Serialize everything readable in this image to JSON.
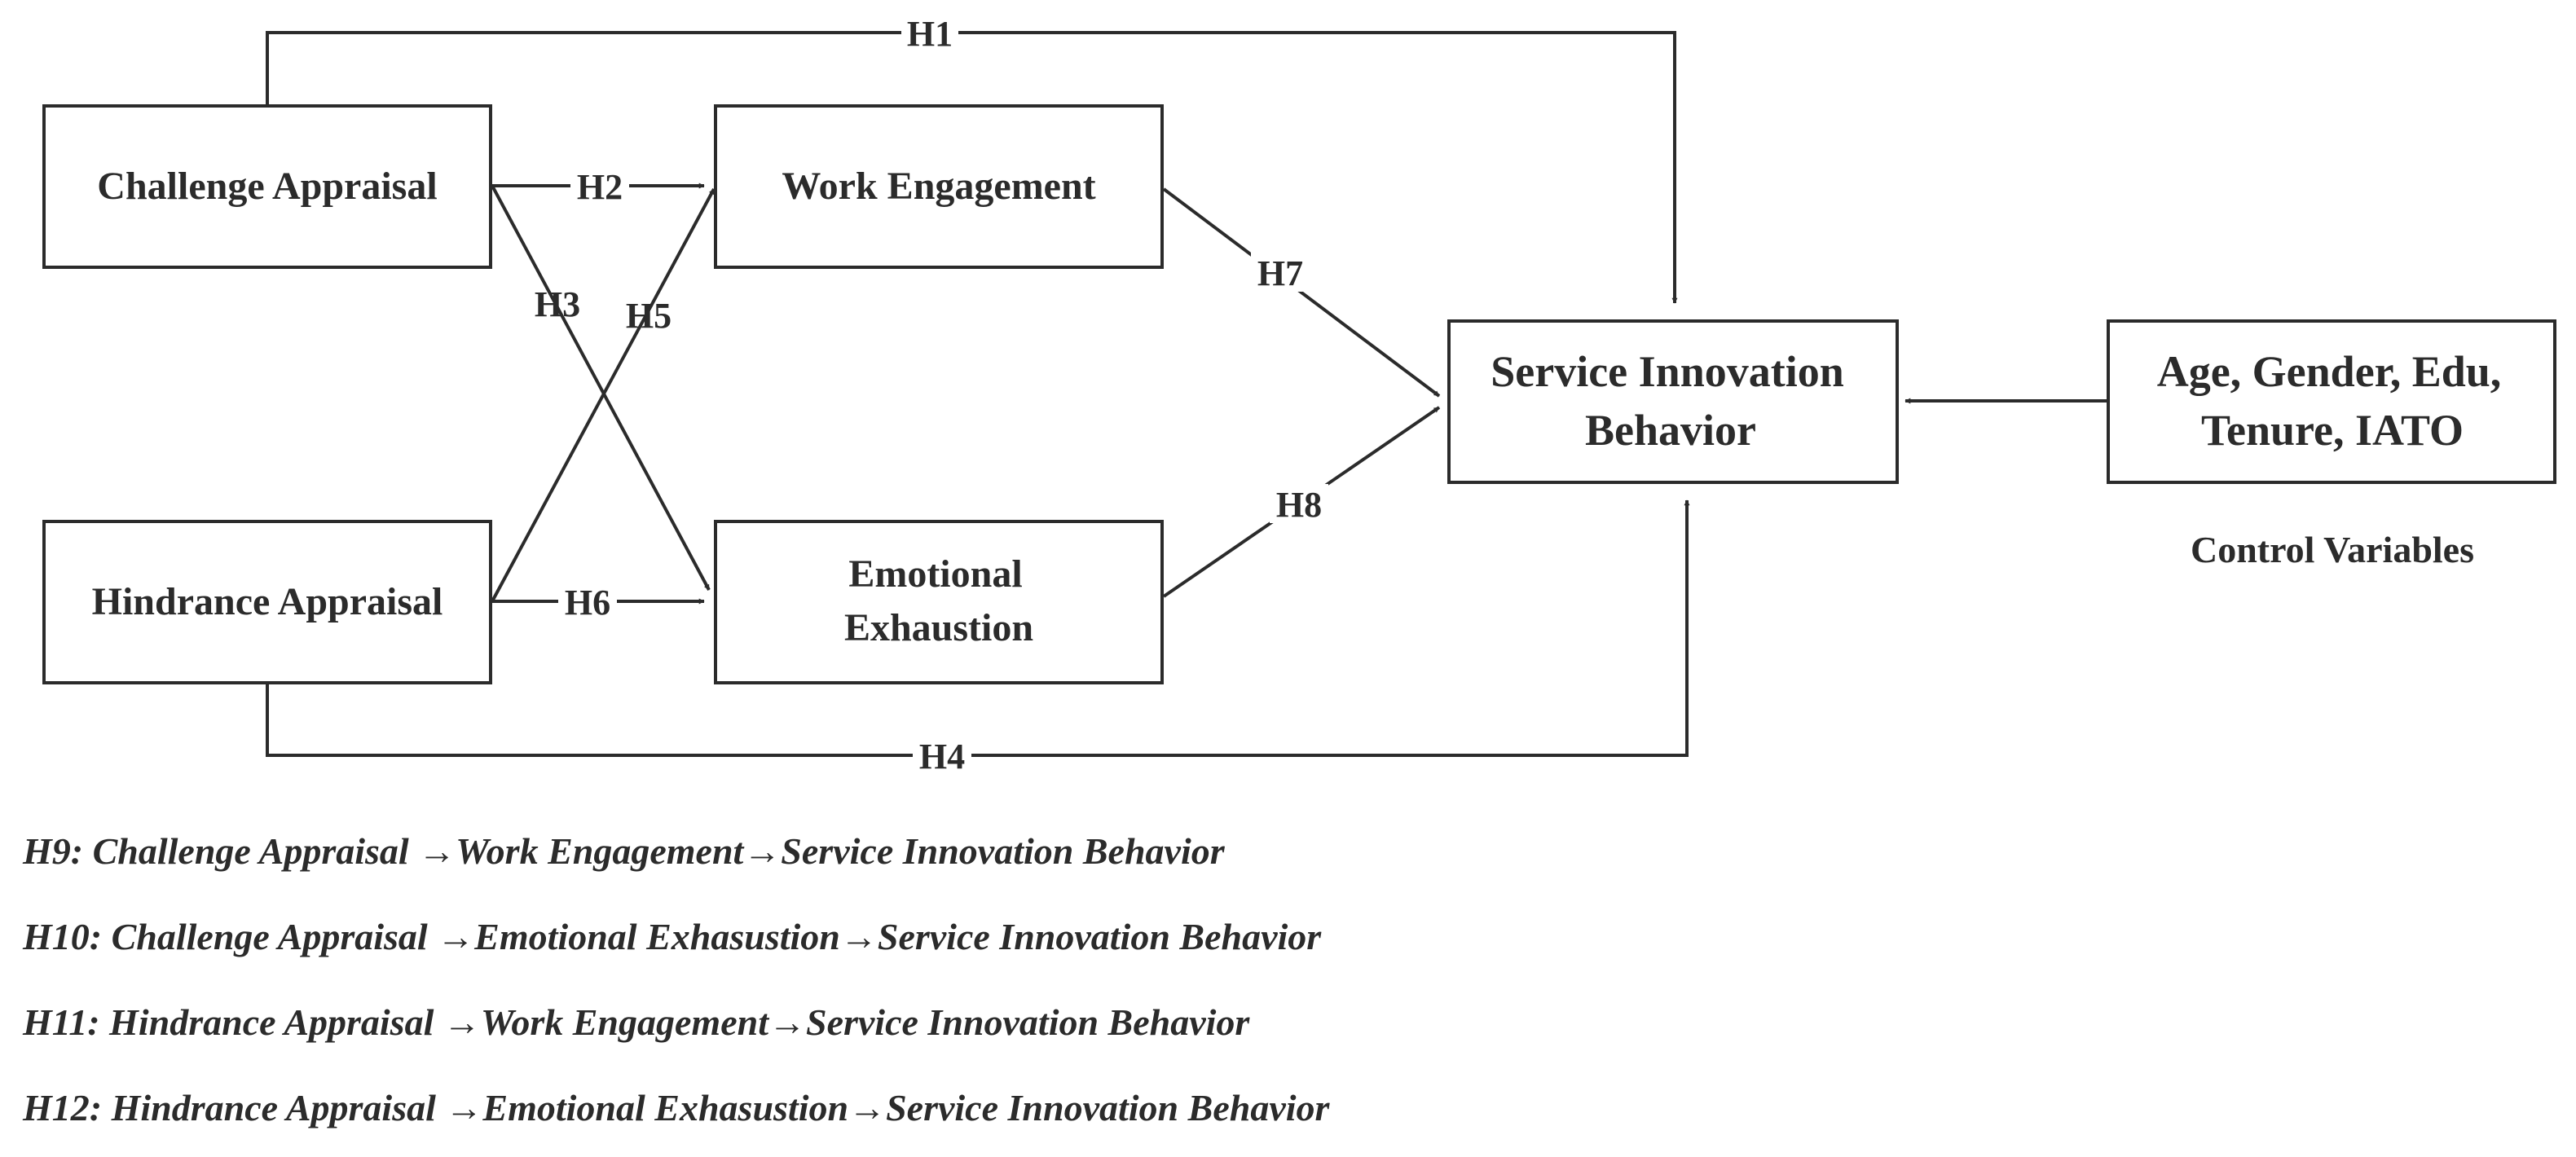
{
  "nodes": {
    "challenge": {
      "lines": [
        "Challenge Appraisal"
      ]
    },
    "hindrance": {
      "lines": [
        "Hindrance Appraisal"
      ]
    },
    "engagement": {
      "lines": [
        "Work Engagement"
      ]
    },
    "exhaustion": {
      "lines": [
        "Emotional",
        "Exhaustion"
      ]
    },
    "sib": {
      "lines": [
        "Service Innovation",
        "Behavior"
      ]
    },
    "controls": {
      "lines": [
        "Age, Gender, Edu,",
        "Tenure, IATO"
      ]
    }
  },
  "control_caption": "Control Variables",
  "edges": [
    {
      "id": "h1",
      "label": "H1",
      "from": "challenge",
      "to": "sib"
    },
    {
      "id": "h2",
      "label": "H2",
      "from": "challenge",
      "to": "engagement"
    },
    {
      "id": "h3",
      "label": "H3",
      "from": "challenge",
      "to": "exhaustion"
    },
    {
      "id": "h4",
      "label": "H4",
      "from": "hindrance",
      "to": "sib"
    },
    {
      "id": "h5",
      "label": "H5",
      "from": "hindrance",
      "to": "engagement"
    },
    {
      "id": "h6",
      "label": "H6",
      "from": "hindrance",
      "to": "exhaustion"
    },
    {
      "id": "h7",
      "label": "H7",
      "from": "engagement",
      "to": "sib"
    },
    {
      "id": "h8",
      "label": "H8",
      "from": "exhaustion",
      "to": "sib"
    },
    {
      "id": "ctrl",
      "label": "",
      "from": "controls",
      "to": "sib"
    }
  ],
  "hypotheses": [
    "H9: Challenge Appraisal →Work Engagement→Service Innovation Behavior",
    "H10: Challenge Appraisal →Emotional Exhasustion→Service Innovation Behavior",
    "H11: Hindrance Appraisal →Work Engagement→Service Innovation Behavior",
    "H12: Hindrance Appraisal →Emotional Exhasustion→Service Innovation Behavior"
  ]
}
